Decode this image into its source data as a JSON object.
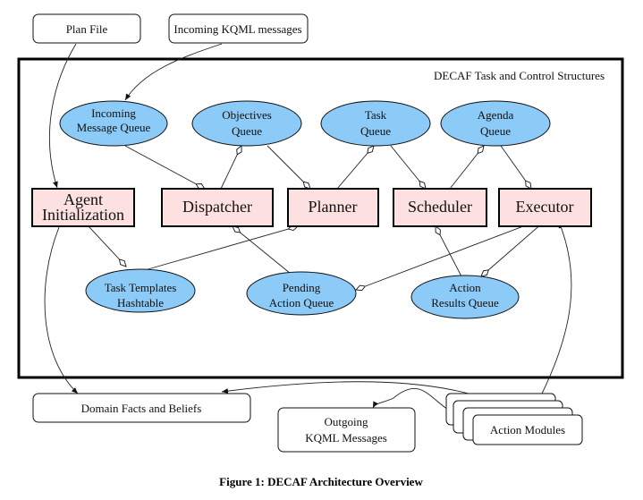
{
  "figure": {
    "caption": "Figure 1: DECAF Architecture Overview",
    "container_label": "DECAF Task and Control Structures",
    "colors": {
      "process_fill": "#fde0e0",
      "queue_fill": "#8ccaf7",
      "outline": "#000000"
    }
  },
  "external_inputs": [
    {
      "id": "plan-file",
      "label": "Plan File"
    },
    {
      "id": "incoming-kqml",
      "label": "Incoming KQML messages"
    }
  ],
  "queues_top": [
    {
      "id": "incoming-queue",
      "lines": [
        "Incoming",
        "Message Queue"
      ]
    },
    {
      "id": "objectives-queue",
      "lines": [
        "Objectives",
        "Queue"
      ]
    },
    {
      "id": "task-queue",
      "lines": [
        "Task",
        "Queue"
      ]
    },
    {
      "id": "agenda-queue",
      "lines": [
        "Agenda",
        "Queue"
      ]
    }
  ],
  "processes": [
    {
      "id": "agent-init",
      "lines": [
        "Agent",
        "Initialization"
      ]
    },
    {
      "id": "dispatcher",
      "lines": [
        "Dispatcher"
      ]
    },
    {
      "id": "planner",
      "lines": [
        "Planner"
      ]
    },
    {
      "id": "scheduler",
      "lines": [
        "Scheduler"
      ]
    },
    {
      "id": "executor",
      "lines": [
        "Executor"
      ]
    }
  ],
  "queues_bottom": [
    {
      "id": "task-templates",
      "lines": [
        "Task Templates",
        "Hashtable"
      ]
    },
    {
      "id": "pending-queue",
      "lines": [
        "Pending",
        "Action Queue"
      ]
    },
    {
      "id": "results-queue",
      "lines": [
        "Action",
        "Results Queue"
      ]
    }
  ],
  "external_outputs": [
    {
      "id": "domain-facts",
      "lines": [
        "Domain Facts and Beliefs"
      ]
    },
    {
      "id": "outgoing-kqml",
      "lines": [
        "Outgoing",
        "KQML Messages"
      ]
    },
    {
      "id": "action-modules",
      "lines": [
        "Action Modules"
      ]
    }
  ],
  "edges": [
    {
      "from": "plan-file",
      "to": "agent-init",
      "style": "filled"
    },
    {
      "from": "incoming-kqml",
      "to": "incoming-queue",
      "style": "filled"
    },
    {
      "from": "incoming-queue",
      "to": "dispatcher",
      "style": "open"
    },
    {
      "from": "dispatcher",
      "to": "objectives-queue",
      "style": "open"
    },
    {
      "from": "objectives-queue",
      "to": "planner",
      "style": "open"
    },
    {
      "from": "planner",
      "to": "task-queue",
      "style": "open"
    },
    {
      "from": "task-queue",
      "to": "scheduler",
      "style": "open"
    },
    {
      "from": "scheduler",
      "to": "agenda-queue",
      "style": "open"
    },
    {
      "from": "agenda-queue",
      "to": "executor",
      "style": "open"
    },
    {
      "from": "agent-init",
      "to": "task-templates",
      "style": "open"
    },
    {
      "from": "task-templates",
      "to": "planner",
      "style": "open"
    },
    {
      "from": "pending-queue",
      "to": "dispatcher",
      "style": "open"
    },
    {
      "from": "executor",
      "to": "pending-queue",
      "style": "open"
    },
    {
      "from": "results-queue",
      "to": "scheduler",
      "style": "open"
    },
    {
      "from": "executor",
      "to": "results-queue",
      "style": "open"
    },
    {
      "from": "agent-init",
      "to": "domain-facts",
      "style": "filled"
    },
    {
      "from": "action-modules",
      "to": "executor",
      "style": "filled-both"
    },
    {
      "from": "action-modules",
      "to": "domain-facts",
      "style": "filled"
    },
    {
      "from": "action-modules",
      "to": "outgoing-kqml",
      "style": "filled"
    }
  ]
}
